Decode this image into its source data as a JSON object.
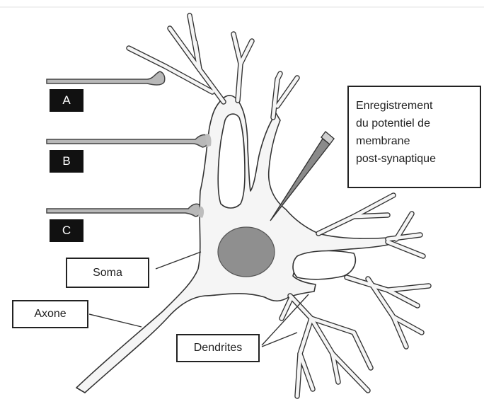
{
  "colors": {
    "membrane": "#f4f4f4",
    "outline": "#333333",
    "nucleus": "#8f8f8f",
    "axon_shaded": "#bcbcbc",
    "label_tag_bg": "#111111",
    "label_tag_text": "#ffffff"
  },
  "inputs": {
    "a": "A",
    "b": "B",
    "c": "C"
  },
  "labels": {
    "soma": "Soma",
    "axone": "Axone",
    "dendrites": "Dendrites",
    "recording": {
      "line1": "Enregistrement",
      "line2": "du potentiel de",
      "line3": "membrane",
      "line4": "post-synaptique"
    }
  }
}
